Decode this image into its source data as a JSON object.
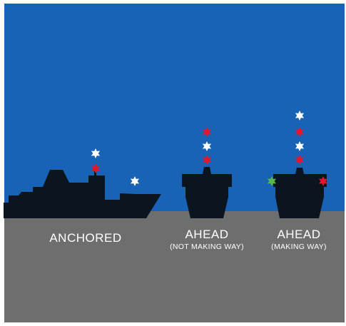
{
  "colors": {
    "sky": "#1863b5",
    "water": "#6e6e6e",
    "hull": "#0a1520",
    "light_white": "#ffffff",
    "light_red": "#e2172e",
    "light_green": "#55b84a"
  },
  "scenes": [
    {
      "title": "ANCHORED",
      "subtitle": "",
      "lights": [
        "white",
        "red",
        "white"
      ]
    },
    {
      "title": "AHEAD",
      "subtitle": "(NOT MAKING WAY)",
      "lights": [
        "red",
        "white",
        "red"
      ]
    },
    {
      "title": "AHEAD",
      "subtitle": "(MAKING WAY)",
      "lights": [
        "white",
        "red",
        "white",
        "red",
        "green",
        "red"
      ]
    }
  ]
}
